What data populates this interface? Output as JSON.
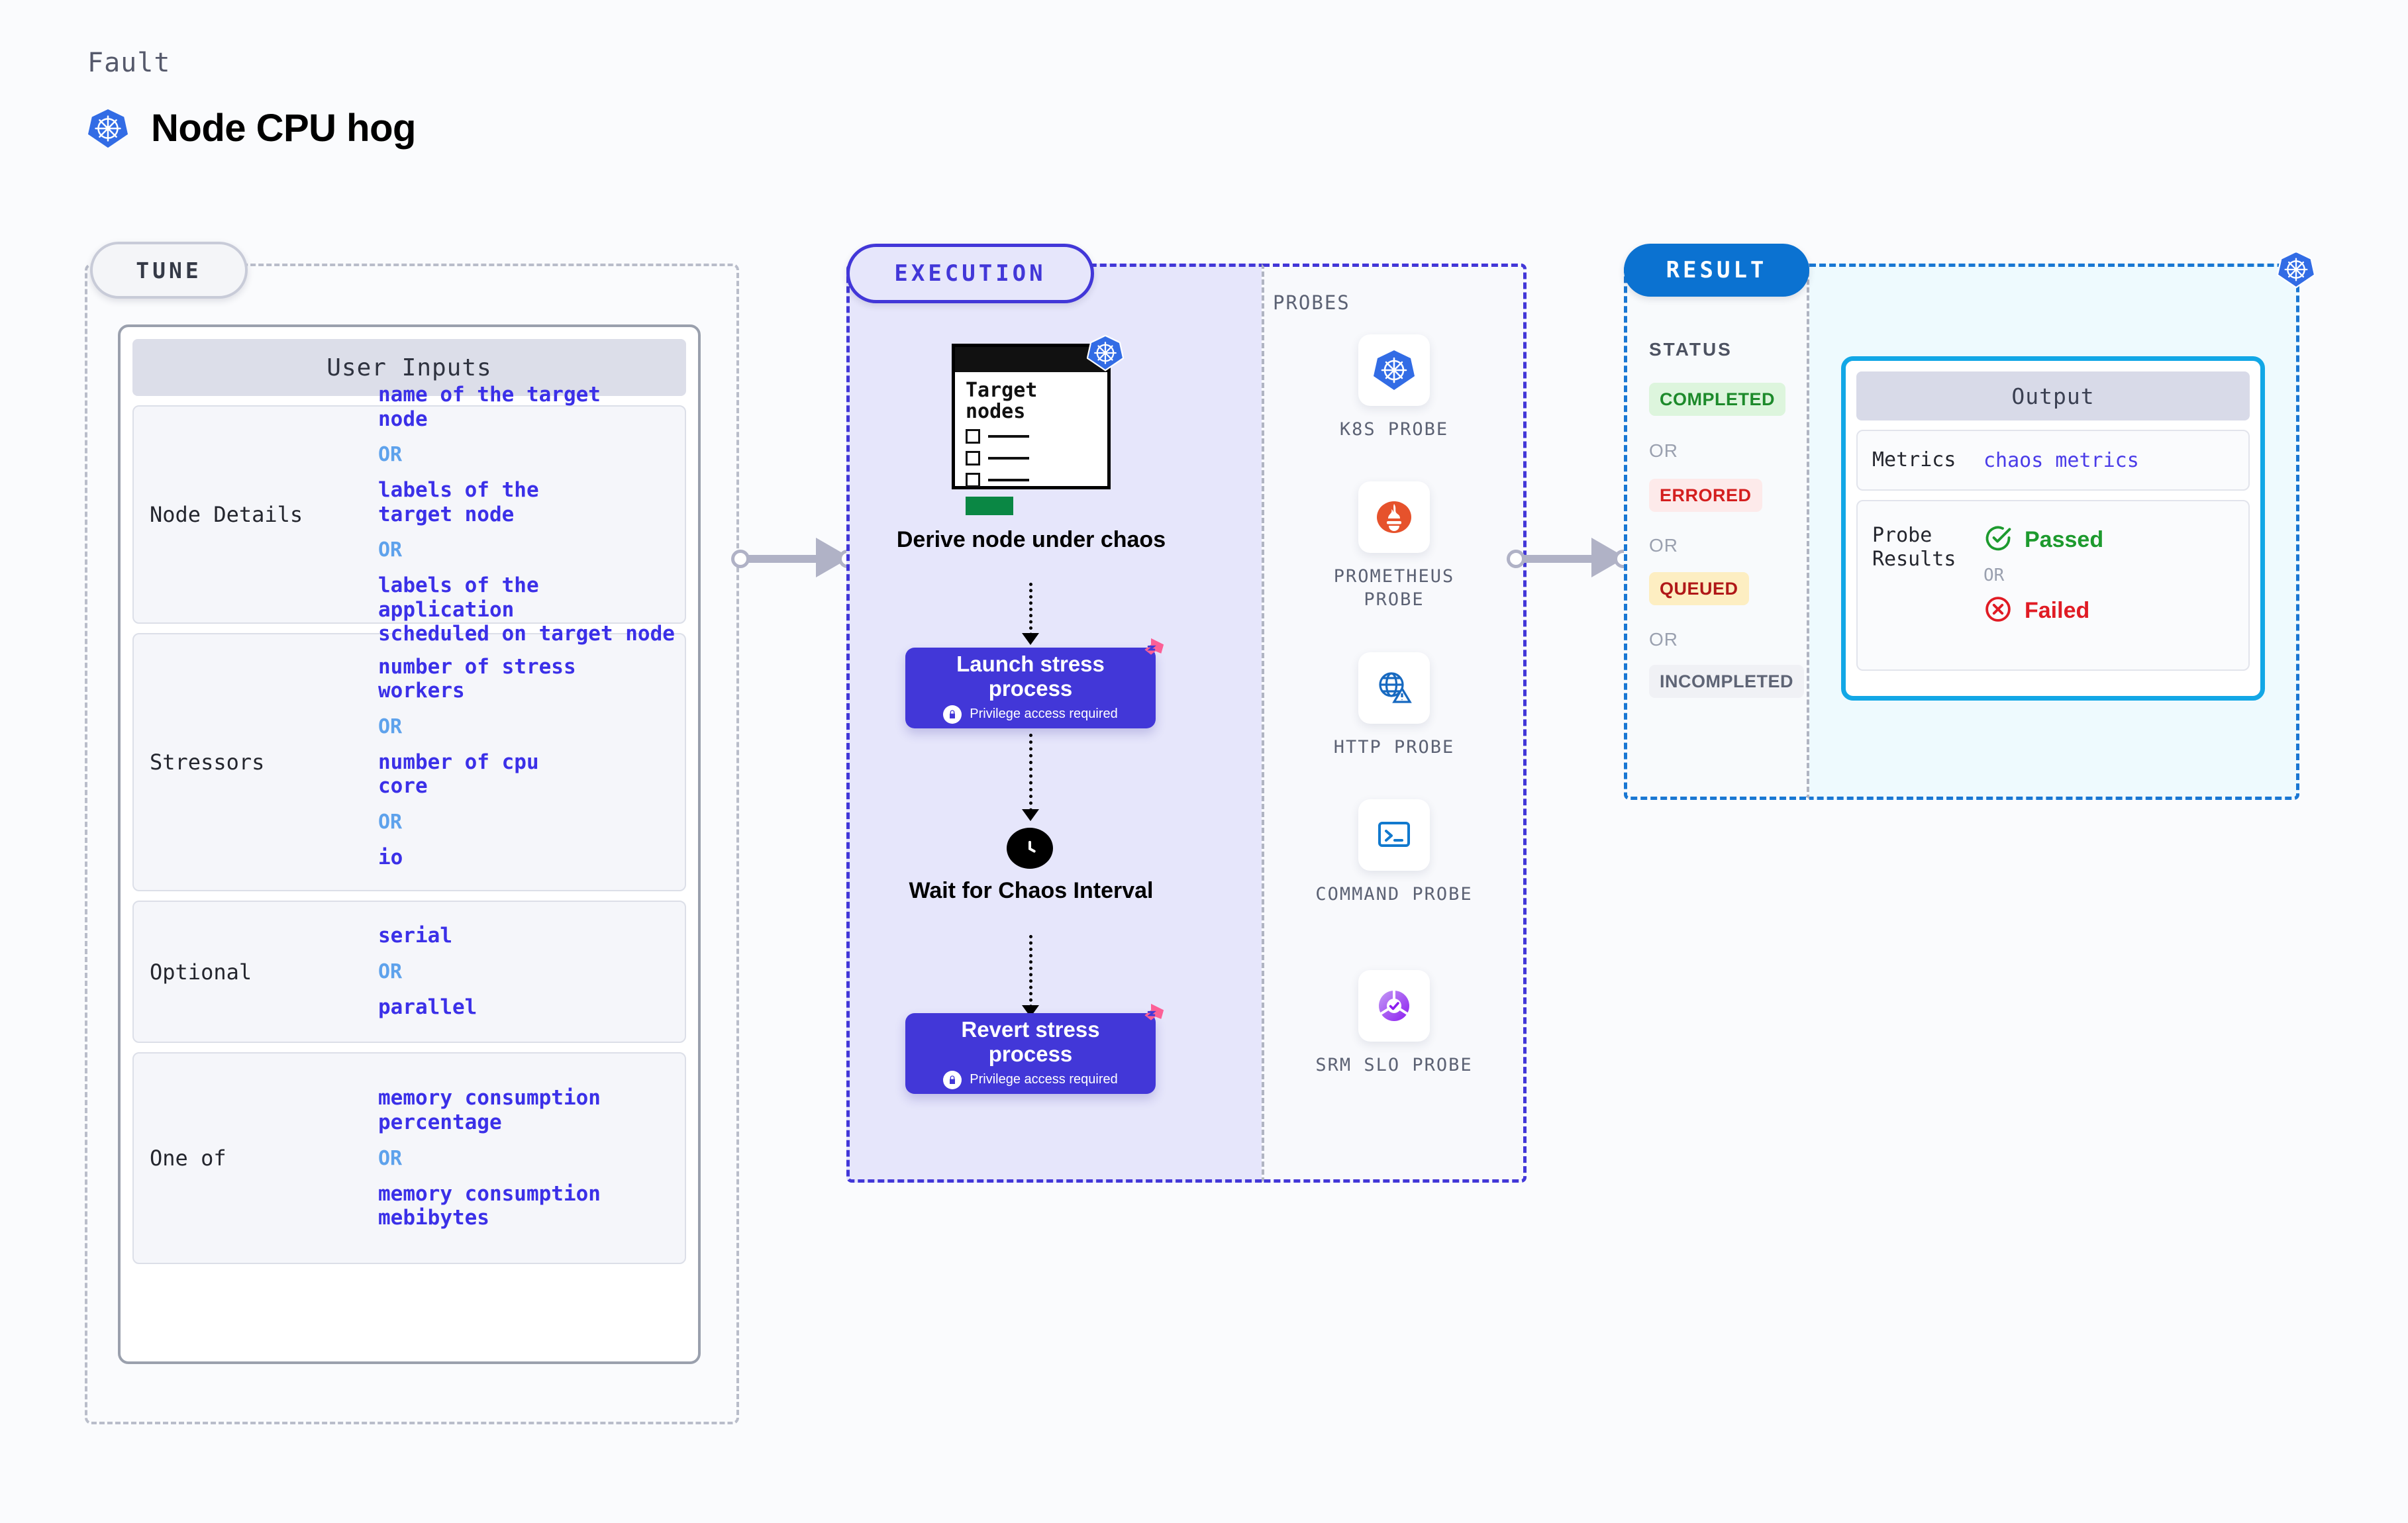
{
  "header": {
    "kicker": "Fault",
    "title": "Node CPU hog",
    "icon": "kubernetes-icon"
  },
  "tune": {
    "badge": "TUNE",
    "card_title": "User Inputs",
    "rows": [
      {
        "label": "Node Details",
        "values": [
          "name of the target\nnode",
          "labels of the\ntarget node",
          "labels of the application\n scheduled on target node"
        ],
        "separator": "OR"
      },
      {
        "label": "Stressors",
        "values": [
          "number of stress\nworkers",
          "number of cpu\ncore",
          "io"
        ],
        "separator": "OR"
      },
      {
        "label": "Optional",
        "values": [
          "serial",
          "parallel"
        ],
        "separator": "OR"
      },
      {
        "label": "One of",
        "values": [
          "memory consumption\npercentage",
          "memory consumption\nmebibytes"
        ],
        "separator": "OR"
      }
    ]
  },
  "execution": {
    "badge": "EXECUTION",
    "target_card": {
      "title": "Target\nnodes",
      "icon": "kubernetes-icon"
    },
    "steps": [
      {
        "label": "Derive node under\nchaos",
        "type": "target-card"
      },
      {
        "label": "Launch stress\nprocess",
        "note": "Privilege access required",
        "type": "action",
        "icon": "lock-icon",
        "corner_icon": "litmus-chaos-icon"
      },
      {
        "label": "Wait for Chaos\nInterval",
        "type": "clock",
        "icon": "clock-icon"
      },
      {
        "label": "Revert stress\nprocess",
        "note": "Privilege access required",
        "type": "action",
        "icon": "lock-icon",
        "corner_icon": "litmus-chaos-icon"
      }
    ]
  },
  "probes": {
    "title": "PROBES",
    "items": [
      {
        "label": "K8S PROBE",
        "icon": "kubernetes-icon"
      },
      {
        "label": "PROMETHEUS\nPROBE",
        "icon": "prometheus-icon"
      },
      {
        "label": "HTTP PROBE",
        "icon": "globe-warning-icon"
      },
      {
        "label": "COMMAND\nPROBE",
        "icon": "terminal-icon"
      },
      {
        "label": "SRM SLO\nPROBE",
        "icon": "slo-donut-icon"
      }
    ]
  },
  "result": {
    "badge": "RESULT",
    "status_title": "STATUS",
    "separator": "OR",
    "statuses": [
      {
        "label": "COMPLETED",
        "color": "#1d8a2b",
        "bg": "#ddf5dd"
      },
      {
        "label": "ERRORED",
        "color": "#d41f1f",
        "bg": "#fdeaea"
      },
      {
        "label": "QUEUED",
        "color": "#b01818",
        "bg": "#fdeec2"
      },
      {
        "label": "INCOMPLETED",
        "color": "#5e6475",
        "bg": "#f0f1f5"
      }
    ],
    "corner_icon": "kubernetes-icon"
  },
  "output": {
    "card_title": "Output",
    "rows": [
      {
        "label": "Metrics",
        "value": "chaos metrics"
      },
      {
        "label": "Probe\nResults",
        "pass": "Passed",
        "fail": "Failed",
        "separator": "OR",
        "pass_icon": "check-circle-icon",
        "fail_icon": "x-circle-icon"
      }
    ]
  },
  "colors": {
    "accent_indigo": "#4237d8",
    "accent_blue": "#0b72d1",
    "accent_cyan": "#12a7e6",
    "mono_value": "#3b30e8",
    "or_blue": "#5ea2ec",
    "k8s_blue": "#326ce5",
    "prometheus_orange": "#e6522c",
    "pass_green": "#1d9a2e",
    "fail_red": "#e01b24"
  }
}
